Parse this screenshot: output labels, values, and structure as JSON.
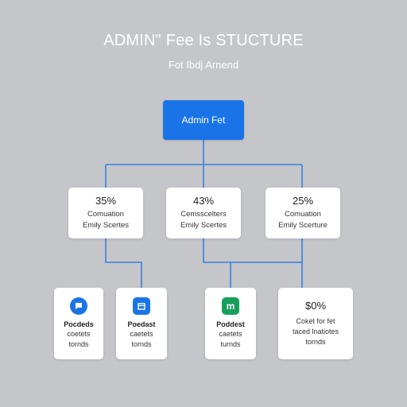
{
  "header": {
    "title": "ADMIN\" Fee Is STUCTURE",
    "subtitle": "Fot Ibdj Arnend"
  },
  "root": {
    "label": "Admin Fet"
  },
  "level2": [
    {
      "pct": "35%",
      "line1": "Comuation",
      "line2": "Emily Scertes"
    },
    {
      "pct": "43%",
      "line1": "Cemsscelters",
      "line2": "Emily Scertes"
    },
    {
      "pct": "25%",
      "line1": "Comuation",
      "line2": "Emily Scerture"
    }
  ],
  "level3": [
    {
      "icon": "chat-bubble-icon",
      "icon_color": "#1a74e8",
      "name": "Pocdeds",
      "line1": "coetets",
      "line2": "tornds"
    },
    {
      "icon": "calendar-icon",
      "icon_color": "#1a74e8",
      "name": "Poedast",
      "line1": "caetets",
      "line2": "tornds"
    },
    {
      "icon": "m-logo-icon",
      "icon_color": "#17a05c",
      "name": "Poddest",
      "line1": "caetets",
      "line2": "turnds"
    },
    {
      "pct": "$0%",
      "line1": "Coket for fet",
      "line2": "taced lnatiotes",
      "line3": "tornds"
    }
  ],
  "colors": {
    "accent": "#1a74e8",
    "connector": "#3a7fe0",
    "background": "#c4c6c9",
    "green": "#17a05c"
  }
}
